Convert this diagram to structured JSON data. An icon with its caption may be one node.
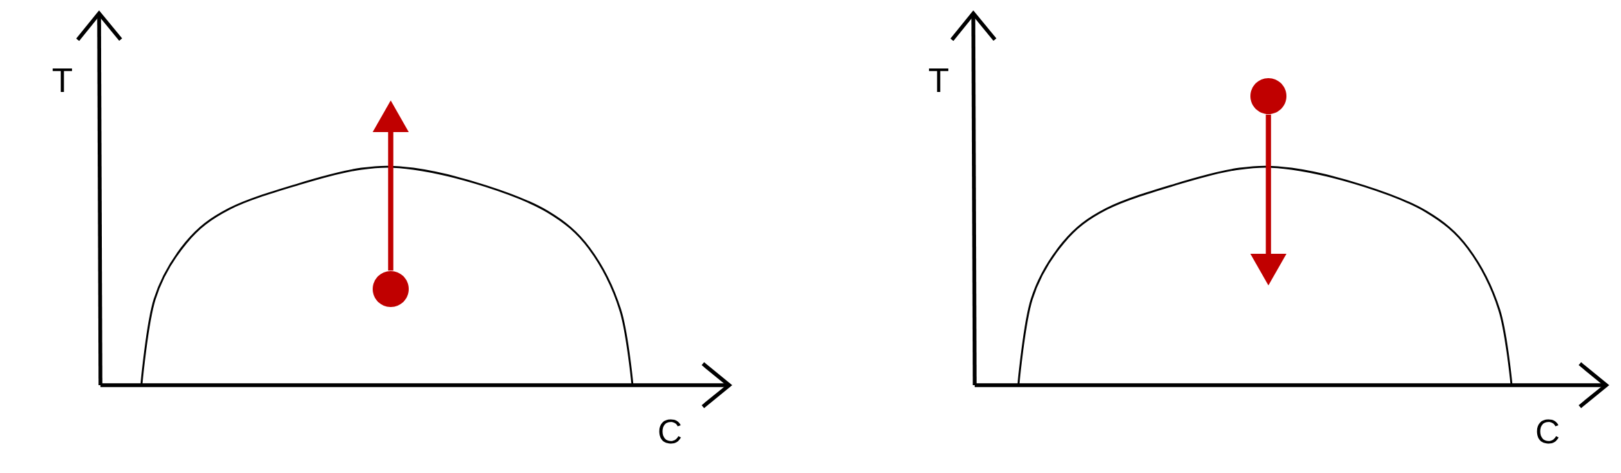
{
  "diagram": {
    "nodes": [
      {
        "text": [],
        "shape": "circle"
      },
      {
        "text": [],
        "shape": "circle"
      }
    ],
    "edges": [
      {
        "from": 0,
        "to": null,
        "arrow": "to"
      },
      {
        "from": 1,
        "to": null,
        "arrow": "to"
      }
    ],
    "labels": [
      "T",
      "C",
      "T",
      "C"
    ]
  }
}
